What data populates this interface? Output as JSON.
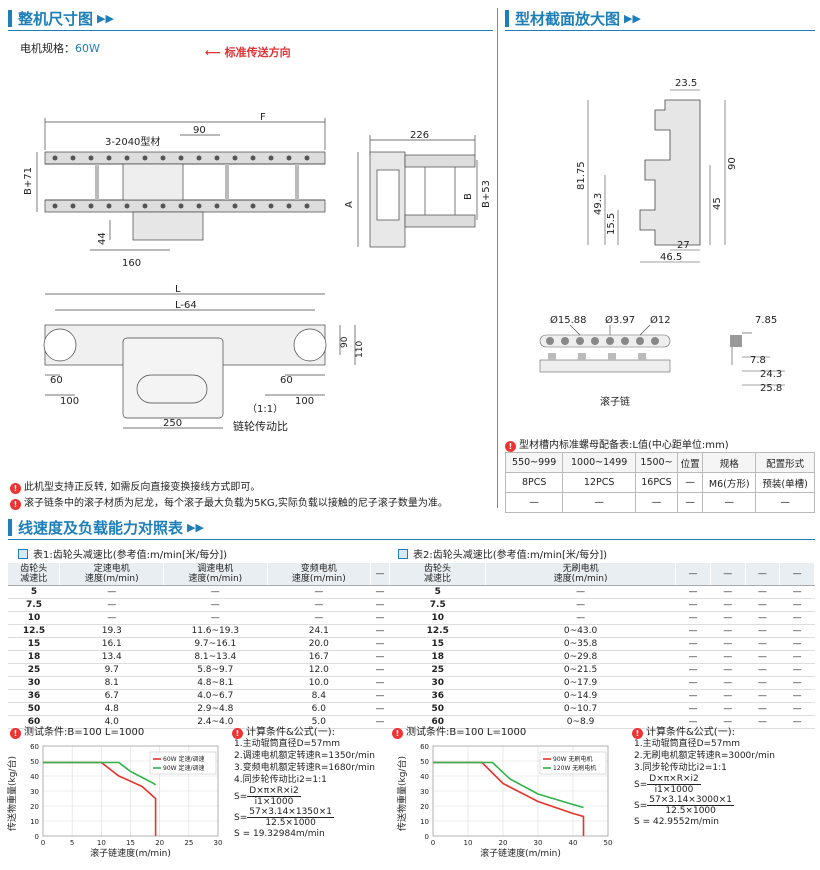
{
  "sections": {
    "dimensions": "整机尺寸图",
    "profile": "型材截面放大图",
    "speed": "线速度及负载能力对照表"
  },
  "motor_spec": "电机规格：",
  "motor_value": "60W",
  "direction": "标准传送方向",
  "drawing_labels": {
    "profile_note": "3-2040型材",
    "F": "F",
    "d90": "90",
    "d226": "226",
    "B71": "B+71",
    "A": "A",
    "B": "B",
    "B53": "B+53",
    "d44": "44",
    "d160": "160",
    "L": "L",
    "L64": "L-64",
    "d90b": "90",
    "d110": "110",
    "d60a": "60",
    "d100a": "100",
    "d60b": "60",
    "d100b": "100",
    "d250": "250",
    "ratio": "（1:1）",
    "gear_ratio": "链轮传动比"
  },
  "profile_labels": {
    "d23_5": "23.5",
    "d81_75": "81.75",
    "d49_3": "49.3",
    "d15_5": "15.5",
    "d90": "90",
    "d45": "45",
    "d27": "27",
    "d46_5": "46.5"
  },
  "chain_labels": {
    "d15_88": "Ø15.88",
    "d3_97": "Ø3.97",
    "d12": "Ø12",
    "d7_85": "7.85",
    "d7_8": "7.8",
    "d24_3": "24.3",
    "d25_8": "25.8",
    "name": "滚子链"
  },
  "nut_table": {
    "caption": "型材槽内标准螺母配备表:L值(中心距单位:mm)",
    "header": [
      "550~999",
      "1000~1499",
      "1500~",
      "位置",
      "规格",
      "配置形式"
    ],
    "row1": [
      "8PCS",
      "12PCS",
      "16PCS",
      "—",
      "M6(方形)",
      "预装(单槽)"
    ],
    "row2": [
      "—",
      "—",
      "—",
      "—",
      "—",
      "—"
    ]
  },
  "notes": [
    "此机型支持正反转, 如需反向直接变换接线方式即可。",
    "滚子链条中的滚子材质为尼龙，每个滚子最大负载为5KG,实际负载以接触的尼子滚子数量为准。"
  ],
  "table1": {
    "caption": "表1:齿轮头减速比(参考值:m/min[米/每分])",
    "head": [
      [
        "齿轮头",
        "减速比"
      ],
      [
        "定速电机",
        "速度(m/min)"
      ],
      [
        "调速电机",
        "速度(m/min)"
      ],
      [
        "变频电机",
        "速度(m/min)"
      ],
      [
        "—",
        ""
      ]
    ],
    "rows": [
      [
        "5",
        "—",
        "—",
        "—",
        "—"
      ],
      [
        "7.5",
        "—",
        "—",
        "—",
        "—"
      ],
      [
        "10",
        "—",
        "—",
        "—",
        "—"
      ],
      [
        "12.5",
        "19.3",
        "11.6~19.3",
        "24.1",
        "—"
      ],
      [
        "15",
        "16.1",
        "9.7~16.1",
        "20.0",
        "—"
      ],
      [
        "18",
        "13.4",
        "8.1~13.4",
        "16.7",
        "—"
      ],
      [
        "25",
        "9.7",
        "5.8~9.7",
        "12.0",
        "—"
      ],
      [
        "30",
        "8.1",
        "4.8~8.1",
        "10.0",
        "—"
      ],
      [
        "36",
        "6.7",
        "4.0~6.7",
        "8.4",
        "—"
      ],
      [
        "50",
        "4.8",
        "2.9~4.8",
        "6.0",
        "—"
      ],
      [
        "60",
        "4.0",
        "2.4~4.0",
        "5.0",
        "—"
      ]
    ]
  },
  "table2": {
    "caption": "表2:齿轮头减速比(参考值:m/min[米/每分])",
    "head": [
      [
        "齿轮头",
        "减速比"
      ],
      [
        "无刷电机",
        "速度(m/min)"
      ],
      [
        "—",
        ""
      ],
      [
        "—",
        ""
      ],
      [
        "—",
        ""
      ],
      [
        "—",
        ""
      ]
    ],
    "rows": [
      [
        "5",
        "—",
        "—",
        "—",
        "—",
        "—"
      ],
      [
        "7.5",
        "—",
        "—",
        "—",
        "—",
        "—"
      ],
      [
        "10",
        "—",
        "—",
        "—",
        "—",
        "—"
      ],
      [
        "12.5",
        "0~43.0",
        "—",
        "—",
        "—",
        "—"
      ],
      [
        "15",
        "0~35.8",
        "—",
        "—",
        "—",
        "—"
      ],
      [
        "18",
        "0~29.8",
        "—",
        "—",
        "—",
        "—"
      ],
      [
        "25",
        "0~21.5",
        "—",
        "—",
        "—",
        "—"
      ],
      [
        "30",
        "0~17.9",
        "—",
        "—",
        "—",
        "—"
      ],
      [
        "36",
        "0~14.9",
        "—",
        "—",
        "—",
        "—"
      ],
      [
        "50",
        "0~10.7",
        "—",
        "—",
        "—",
        "—"
      ],
      [
        "60",
        "0~8.9",
        "—",
        "—",
        "—",
        "—"
      ]
    ]
  },
  "test_condition": "测试条件:B=100   L=1000",
  "calc_title": "计算条件&公式(一):",
  "calc1": {
    "l1": "1.主动辊筒直径D=57mm",
    "l2": "2.调速电机额定转速R=1350r/min",
    "l3": "3.变频电机额定转速R=1680r/min",
    "l4": "4.同步轮传动比i2=1:1",
    "s": "S=",
    "n1": "D×π×R×i2",
    "d1": "i1×1000",
    "n2": "57×3.14×1350×1",
    "d2": "12.5×1000",
    "res": "S = 19.32984m/min"
  },
  "calc2": {
    "l1": "1.主动辊筒直径D=57mm",
    "l2": "2.无刷电机额定转速R=3000r/min",
    "l3": "3.同步轮传动比i2=1:1",
    "s": "S=",
    "n1": "D×π×R×i2",
    "d1": "i1×1000",
    "n2": "57×3.14×3000×1",
    "d2": "12.5×1000",
    "res": "S = 42.9552m/min"
  },
  "chart_data": [
    {
      "type": "line",
      "xlabel": "滚子链速度(m/min)",
      "ylabel": "传送物重量(kg/台)",
      "x_ticks": [
        "0",
        "5",
        "10",
        "15",
        "20",
        "25",
        "30"
      ],
      "y_ticks": [
        "0",
        "10",
        "20",
        "30",
        "40",
        "50",
        "60"
      ],
      "xlim": [
        0,
        30
      ],
      "ylim": [
        0,
        60
      ],
      "colors": [
        "#e8322b",
        "#2fb34a"
      ],
      "series": [
        {
          "name": "60W 定速/调速",
          "x": [
            0,
            10,
            13,
            17,
            19,
            19.3,
            19.3
          ],
          "y": [
            49,
            49,
            40,
            33,
            26,
            25,
            0
          ]
        },
        {
          "name": "90W 定速/调速",
          "x": [
            0,
            13,
            15,
            17,
            19,
            19.3
          ],
          "y": [
            49,
            49,
            43,
            39,
            35,
            34
          ]
        }
      ]
    },
    {
      "type": "line",
      "xlabel": "滚子链速度(m/min)",
      "ylabel": "传送物重量(kg/台)",
      "x_ticks": [
        "0",
        "10",
        "20",
        "30",
        "40",
        "50"
      ],
      "y_ticks": [
        "0",
        "10",
        "20",
        "30",
        "40",
        "50",
        "60"
      ],
      "xlim": [
        0,
        50
      ],
      "ylim": [
        0,
        60
      ],
      "colors": [
        "#e8322b",
        "#2fb34a"
      ],
      "series": [
        {
          "name": "90W 无刷电机",
          "x": [
            0,
            14,
            20,
            30,
            40,
            43,
            43
          ],
          "y": [
            49,
            49,
            35,
            23,
            15,
            13,
            0
          ]
        },
        {
          "name": "120W 无刷电机",
          "x": [
            0,
            17,
            22,
            30,
            40,
            43
          ],
          "y": [
            49,
            49,
            38,
            28,
            21,
            19
          ]
        }
      ]
    }
  ]
}
